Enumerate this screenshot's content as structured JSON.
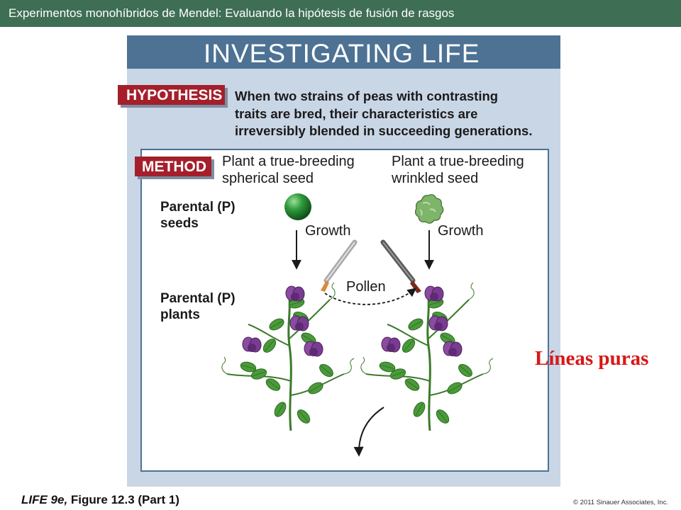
{
  "slide_title": "Experimentos monohíbridos de Mendel: Evaluando la hipótesis de fusión de rasgos",
  "figure": {
    "header": "INVESTIGATING LIFE",
    "hypothesis_label": "HYPOTHESIS",
    "hypothesis_lines": [
      "When two strains of peas with contrasting",
      "traits are bred, their characteristics are",
      "irreversibly blended in succeeding generations."
    ],
    "method_label": "METHOD",
    "left_col": [
      "Plant a true-breeding",
      "spherical seed"
    ],
    "right_col": [
      "Plant a true-breeding",
      "wrinkled seed"
    ],
    "row_seeds": [
      "Parental (P)",
      "seeds"
    ],
    "row_plants": [
      "Parental (P)",
      "plants"
    ],
    "growth_left": "Growth",
    "growth_right": "Growth",
    "pollen": "Pollen"
  },
  "annotation": "Líneas puras",
  "caption": {
    "title": "LIFE 9e,",
    "rest": " Figure 12.3 (Part 1)"
  },
  "copyright": "© 2011 Sinauer Associates, Inc.",
  "colors": {
    "title_bar": "#3e6e54",
    "figure_header": "#4d7294",
    "label_box": "#a41f2b",
    "annotation": "#d91616",
    "panel_bg": "#c9d6e6"
  }
}
